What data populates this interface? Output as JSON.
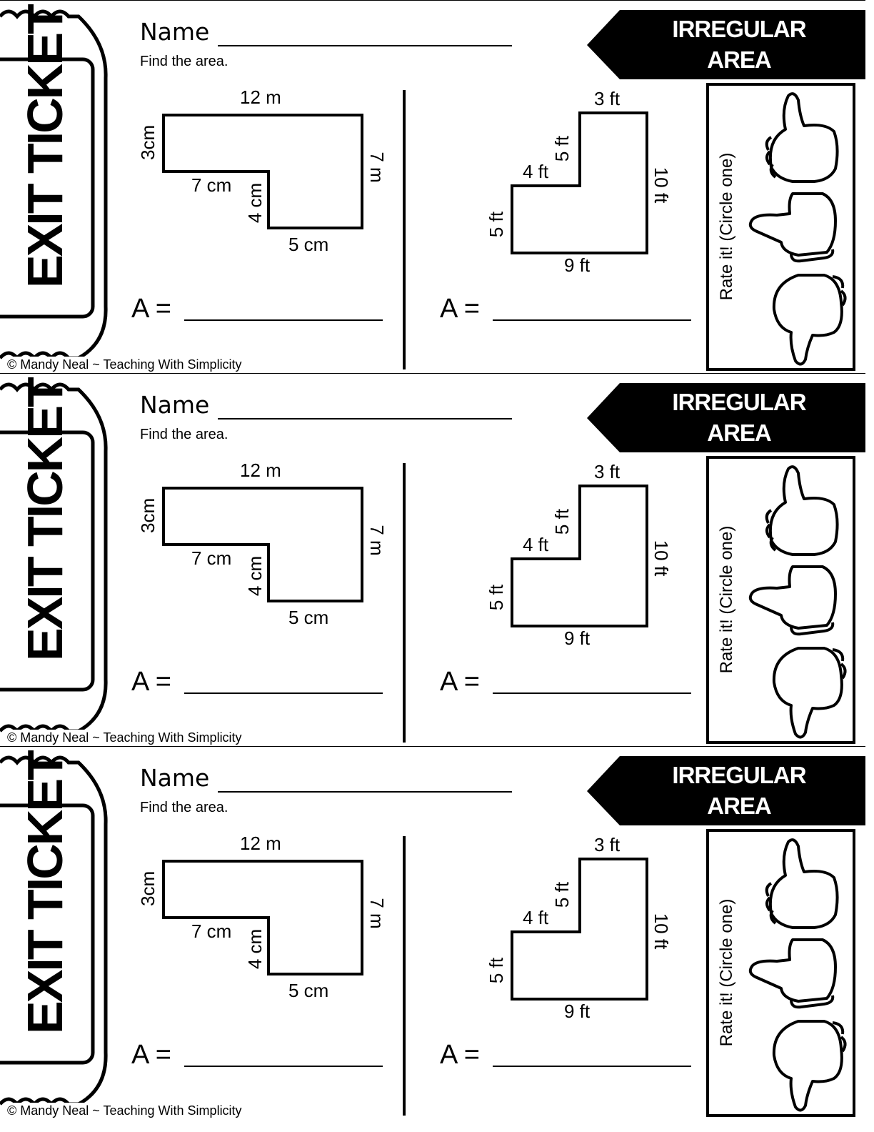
{
  "tickets": [
    {
      "title": "EXIT TICKET",
      "name_label": "Name",
      "instruction": "Find the area.",
      "topic_line1": "IRREGULAR",
      "topic_line2": "AREA",
      "rate_label": "Rate it! (Circle one)",
      "shape1": {
        "top": "12 m",
        "left": "3cm",
        "inner_horizontal": "7 cm",
        "inner_vertical": "4 cm",
        "bottom": "5 cm",
        "right": "7 m"
      },
      "shape2": {
        "top": "3 ft",
        "upper_vertical": "5 ft",
        "step": "4 ft",
        "left": "5 ft",
        "bottom": "9 ft",
        "right": "10 ft"
      },
      "answer_label": "A =",
      "credit": "© Mandy Neal ~ Teaching With Simplicity"
    },
    {
      "title": "EXIT TICKET",
      "name_label": "Name",
      "instruction": "Find the area.",
      "topic_line1": "IRREGULAR",
      "topic_line2": "AREA",
      "rate_label": "Rate it! (Circle one)",
      "shape1": {
        "top": "12 m",
        "left": "3cm",
        "inner_horizontal": "7 cm",
        "inner_vertical": "4 cm",
        "bottom": "5 cm",
        "right": "7 m"
      },
      "shape2": {
        "top": "3 ft",
        "upper_vertical": "5 ft",
        "step": "4 ft",
        "left": "5 ft",
        "bottom": "9 ft",
        "right": "10 ft"
      },
      "answer_label": "A =",
      "credit": "© Mandy Neal ~ Teaching With Simplicity"
    },
    {
      "title": "EXIT TICKET",
      "name_label": "Name",
      "instruction": "Find the area.",
      "topic_line1": "IRREGULAR",
      "topic_line2": "AREA",
      "rate_label": "Rate it! (Circle one)",
      "shape1": {
        "top": "12 m",
        "left": "3cm",
        "inner_horizontal": "7 cm",
        "inner_vertical": "4 cm",
        "bottom": "5 cm",
        "right": "7 m"
      },
      "shape2": {
        "top": "3 ft",
        "upper_vertical": "5 ft",
        "step": "4 ft",
        "left": "5 ft",
        "bottom": "9 ft",
        "right": "10 ft"
      },
      "answer_label": "A =",
      "credit": "© Mandy Neal ~ Teaching With Simplicity"
    }
  ],
  "rating_icons": [
    "thumbs-up-icon",
    "thumbs-sideways-icon",
    "thumbs-down-icon"
  ]
}
